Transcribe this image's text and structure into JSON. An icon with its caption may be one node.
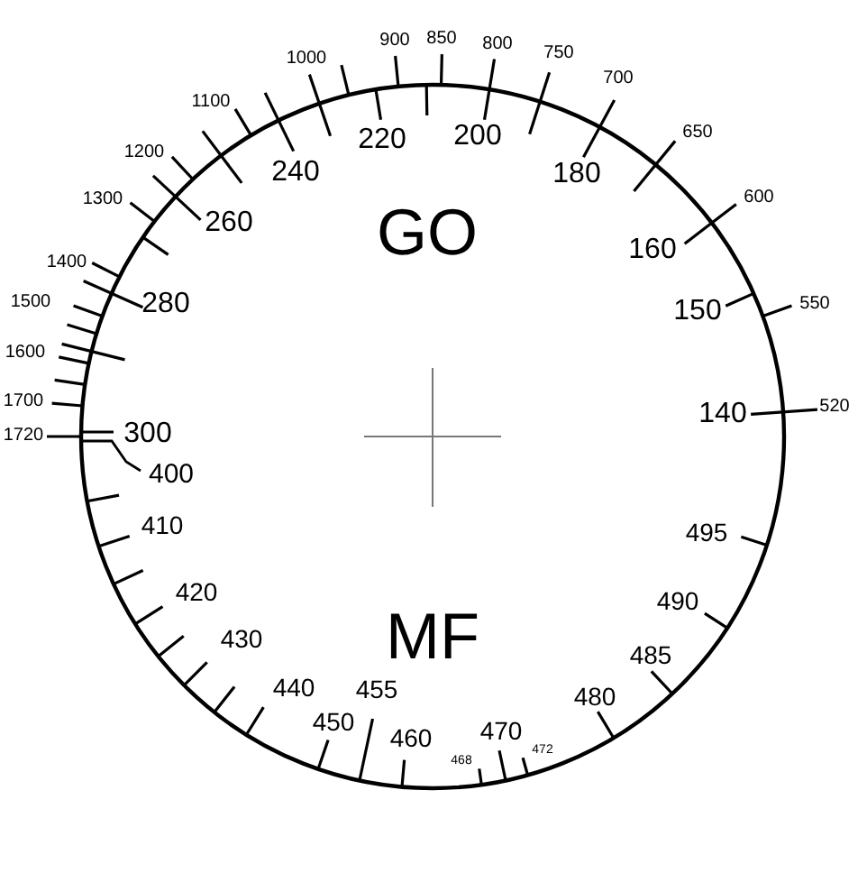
{
  "diagram": {
    "labels": [
      "900",
      "850",
      "800",
      "1000",
      "750",
      "700",
      "1100",
      "220",
      "200",
      "650",
      "240",
      "1200",
      "180",
      "1300",
      "260",
      "GO",
      "600",
      "160",
      "1400",
      "1500",
      "280",
      "550",
      "150",
      "1600",
      "1700",
      "140",
      "520",
      "1720",
      "300",
      "400",
      "410",
      "495",
      "420",
      "490",
      "430",
      "MF",
      "485",
      "440",
      "455",
      "480",
      "450",
      "460",
      "470",
      "468",
      "472"
    ]
  }
}
